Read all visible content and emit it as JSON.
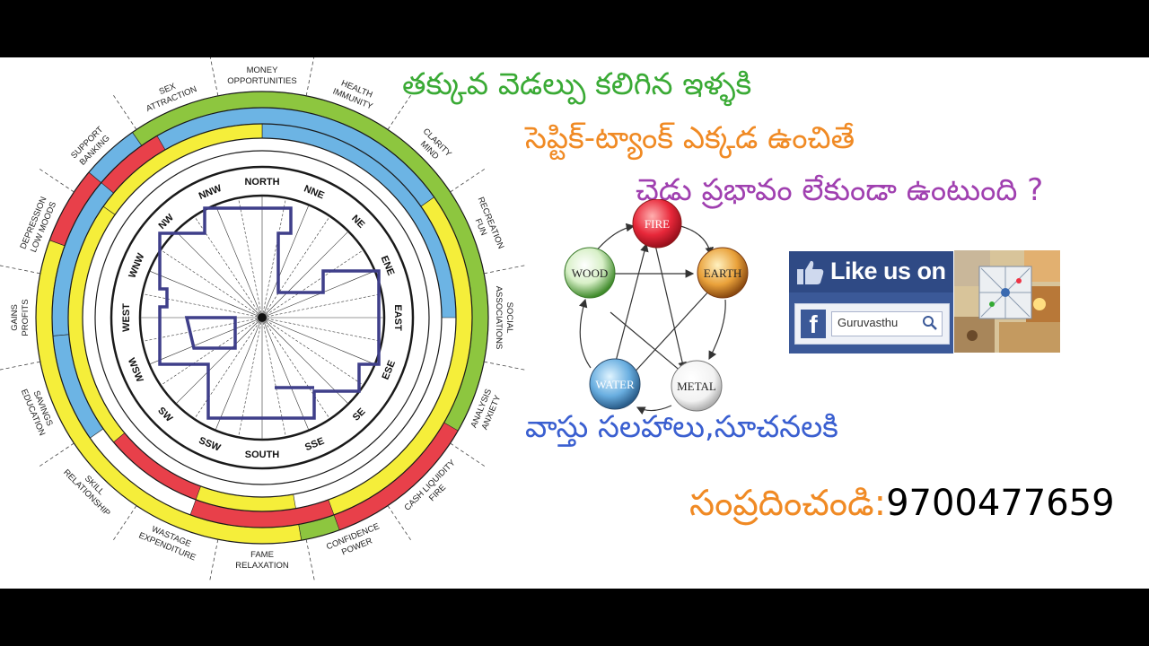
{
  "headline": {
    "line1": "తక్కువ వెడల్పు కలిగిన ఇళ్ళకి",
    "line2": "సెప్టిక్-ట్యాంక్ ఎక్కడ ఉంచితే",
    "line3": "చెడు ప్రభావం  లేకుండా ఉంటుంది ?"
  },
  "advice": "వాస్తు సలహాలు,సూచనలకి",
  "contact": {
    "label": "సంప్రదించండి:",
    "phone": "9700477659"
  },
  "vastu_wheel": {
    "directions": [
      "NORTH",
      "NNE",
      "NE",
      "ENE",
      "EAST",
      "ESE",
      "SE",
      "SSE",
      "SOUTH",
      "SSW",
      "SW",
      "WSW",
      "WEST",
      "WNW",
      "NW",
      "NNW"
    ],
    "zones": [
      [
        "MONEY",
        "OPPORTUNITIES"
      ],
      [
        "HEALTH",
        "IMMUNITY"
      ],
      [
        "CLARITY",
        "MIND"
      ],
      [
        "RECREATION",
        "FUN"
      ],
      [
        "SOCIAL",
        "ASSOCIATIONS"
      ],
      [
        "ANXIETY",
        "ANALYSIS"
      ],
      [
        "FIRE",
        "CASH LIQUIDITY"
      ],
      [
        "POWER",
        "CONFIDENCE"
      ],
      [
        "RELAXATION",
        "FAME"
      ],
      [
        "EXPENDITURE",
        "WASTAGE"
      ],
      [
        "RELATIONSHIP",
        "SKILL"
      ],
      [
        "EDUCATION",
        "SAVINGS"
      ],
      [
        "GAINS",
        "PROFITS"
      ],
      [
        "DEPRESSION",
        "LOW MOODS"
      ],
      [
        "SUPPORT",
        "BANKING"
      ],
      [
        "SEX",
        "ATTRACTION"
      ]
    ],
    "ring_colors": {
      "green": "#8dc63f",
      "blue": "#6cb4e4",
      "yellow": "#f5ee3a",
      "red": "#e8404a"
    }
  },
  "elements": {
    "fire": "FIRE",
    "earth": "EARTH",
    "metal": "METAL",
    "water": "WATER",
    "wood": "WOOD"
  },
  "facebook": {
    "like_label": "Like us on",
    "search_text": "Guruvasthu"
  },
  "colors": {
    "line1": "#3aaa35",
    "line2": "#f08a24",
    "line3": "#a040b0",
    "advice": "#3a5fd0",
    "contact_label": "#f08a24"
  }
}
